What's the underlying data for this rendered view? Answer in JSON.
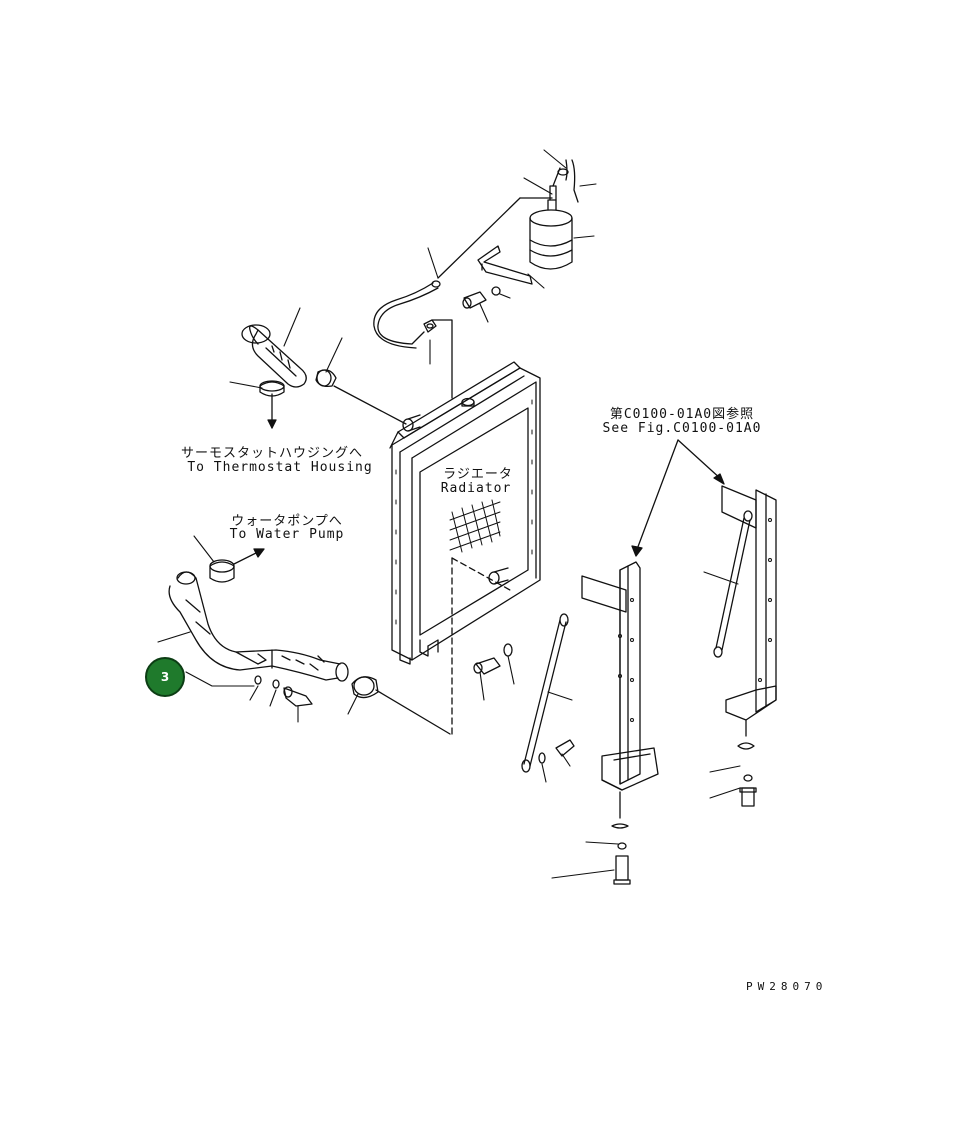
{
  "labels": {
    "thermostat_jp": "サーモスタットハウジングへ",
    "thermostat_en": "To Thermostat Housing",
    "water_pump_jp": "ウォータポンプへ",
    "water_pump_en": "To Water Pump",
    "radiator_jp": "ラジエータ",
    "radiator_en": "Radiator",
    "ref_jp": "第C0100-01A0図参照",
    "ref_en": "See Fig.C0100-01A0"
  },
  "drawing_code": "PW28070",
  "callouts": [
    {
      "number": "3",
      "color": "#1f7a2c"
    }
  ]
}
